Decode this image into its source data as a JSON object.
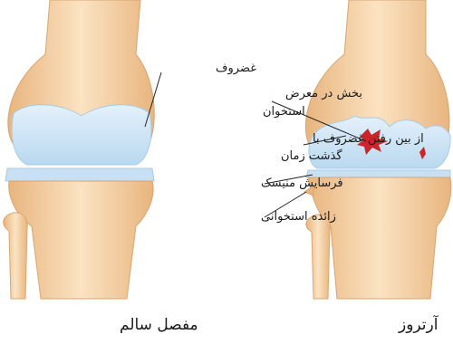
{
  "labels": {
    "cartilage": "غضروف",
    "erosion_line1": "بخش در معرض",
    "erosion_line2": "استخوان",
    "loss_line1": "از بین رفتن غضروف با",
    "loss_line2": "گذشت زمان",
    "meniscus": "فرسایش منیسک",
    "spur": "زائده استخوانی"
  },
  "captions": {
    "healthy": "مفصل سالم",
    "arthrosis": "آرتروز"
  },
  "colors": {
    "bone": "#f4d2a6",
    "bone_shadow": "#e3b27a",
    "cartilage": "#cfe6f7",
    "cartilage_edge": "#a9cbe6",
    "lesion": "#c8262b"
  }
}
